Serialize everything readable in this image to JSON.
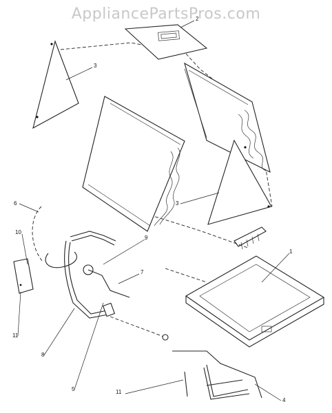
{
  "watermark": "AppliancePartsPros.com",
  "callouts": [
    {
      "id": "c1",
      "label": "1"
    },
    {
      "id": "c2",
      "label": "2"
    },
    {
      "id": "c3a",
      "label": "3"
    },
    {
      "id": "c3b",
      "label": "3"
    },
    {
      "id": "c4",
      "label": "4"
    },
    {
      "id": "c5",
      "label": "5"
    },
    {
      "id": "c6",
      "label": "6"
    },
    {
      "id": "c7",
      "label": "7"
    },
    {
      "id": "c8",
      "label": "8"
    },
    {
      "id": "c9",
      "label": "9"
    },
    {
      "id": "c10",
      "label": "10"
    },
    {
      "id": "c11a",
      "label": "11"
    },
    {
      "id": "c11b",
      "label": "11"
    }
  ]
}
